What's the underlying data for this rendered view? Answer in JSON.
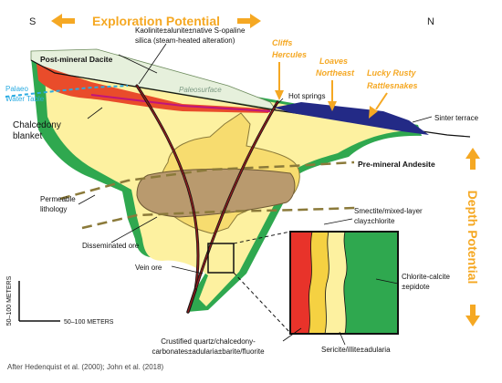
{
  "title": "Exploration Potential",
  "side_title": "Depth Potential",
  "directions": {
    "left": "S",
    "right": "N"
  },
  "deposits": {
    "cliffs": "Cliffs",
    "hercules": "Hercules",
    "loaves": "Loaves",
    "northeast": "Northeast",
    "lucky_rusty": "Lucky Rusty",
    "rattlesnakes": "Rattlesnakes"
  },
  "labels": {
    "post_mineral_dacite": "Post-mineral Dacite",
    "kaolinite_1": "Kaolinite±alunite±native S-opaline",
    "kaolinite_2": "silica (steam-heated alteration)",
    "paleosurface": "Paleosurface",
    "palaeo_1": "Palaeo",
    "palaeo_2": "Water Table",
    "chalcedony_1": "Chalcedony",
    "chalcedony_2": "blanket",
    "hot_springs": "Hot springs",
    "sinter_terrace": "Sinter terrace",
    "pre_mineral_andesite": "Pre-mineral Andesite",
    "permeable_1": "Permeable",
    "permeable_2": "lithology",
    "smectite_1": "Smectite/mixed-layer",
    "smectite_2": "clay±chlorite",
    "disseminated_ore": "Disseminated ore",
    "vein_ore": "Vein ore",
    "chlorite_1": "Chlorite-calcite",
    "chlorite_2": "±epidote",
    "crustified_1": "Crustified quartz/chalcedony-",
    "crustified_2": "carbonates±adularia±barite/fluorite",
    "sericite": "Sericite/illite±adularia"
  },
  "scale": {
    "vertical": "50–100 METERS",
    "horizontal": "50–100 METERS"
  },
  "citation": "After Hedenquist et al. (2000); John et al. (2018)",
  "colors": {
    "accent": "#f5a823",
    "water_table": "#29abe2",
    "green_halo": "#2fa84f",
    "yellow_zone": "#fdf1a0",
    "ore_tan": "#b99a6e",
    "dacite": "#e6f0dc",
    "red_cap": "#e94c2b",
    "sinter": "#232a86",
    "vein_red": "#8b1d1d",
    "lithology": "#8b7a3a"
  }
}
